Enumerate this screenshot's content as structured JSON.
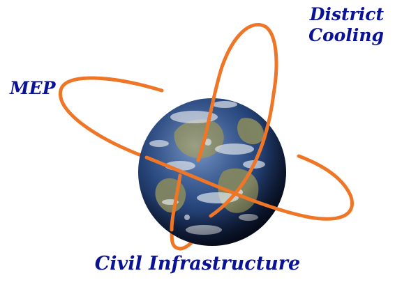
{
  "colors": {
    "orbit": "#ee7626",
    "label": "#0a1296",
    "ocean_dark": "#0e1a3c",
    "ocean_mid": "#2a4b84",
    "land": "#8a8c60",
    "cloud": "#e6ebf2"
  },
  "labels": {
    "top_right_line1": "District",
    "top_right_line2": "Cooling",
    "left": "MEP",
    "bottom": "Civil Infrastructure"
  },
  "graphic": {
    "globe": "earth-globe-icon",
    "orbits": "elliptical-orbit-rings"
  }
}
